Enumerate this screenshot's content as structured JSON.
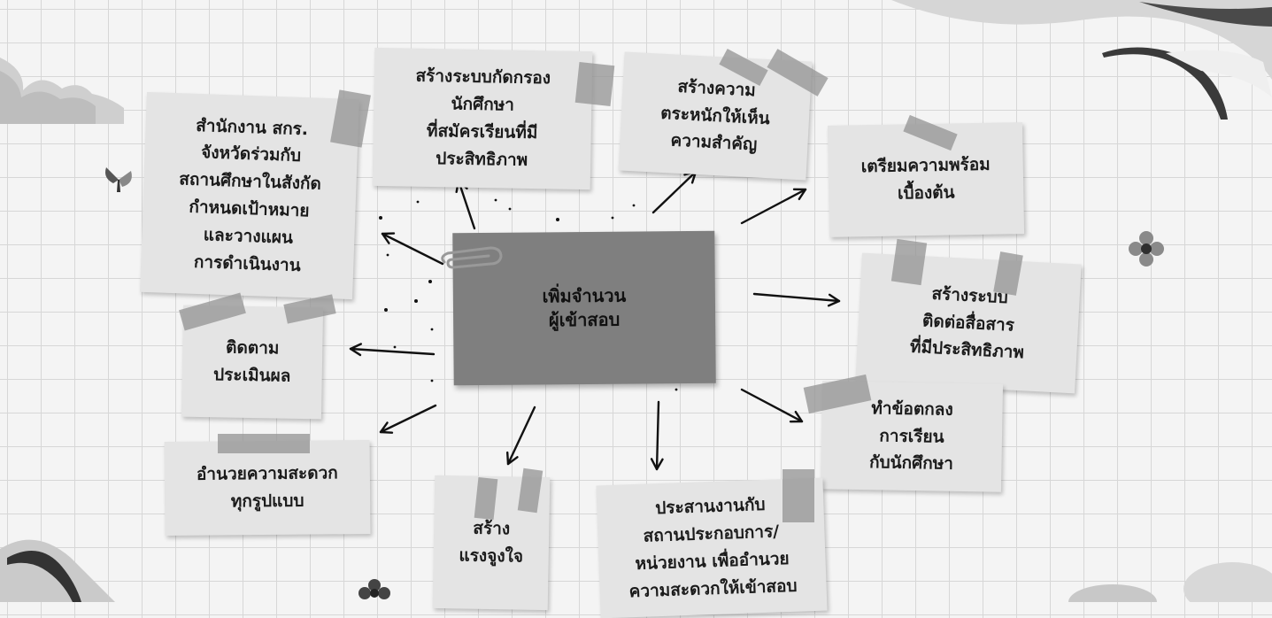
{
  "diagram": {
    "center": {
      "id": "increase-examinees",
      "label": "เพิ่มจำนวน\nผู้เข้าสอบ"
    },
    "nodes": [
      {
        "id": "provincial-office",
        "label": "สำนักงาน สกร.\nจังหวัดร่วมกับ\nสถานศึกษาในสังกัด\nกำหนดเป้าหมาย\nและวางแผน\nการดำเนินงาน"
      },
      {
        "id": "screening-system",
        "label": "สร้างระบบกัดกรอง\nนักศึกษา\nที่สมัครเรียนที่มี\nประสิทธิภาพ"
      },
      {
        "id": "awareness",
        "label": "สร้างความ\nตระหนักให้เห็น\nความสำคัญ"
      },
      {
        "id": "preparation",
        "label": "เตรียมความพร้อม\nเบื้องต้น"
      },
      {
        "id": "communication",
        "label": "สร้างระบบ\nติดต่อสื่อสาร\nที่มีประสิทธิภาพ"
      },
      {
        "id": "agreement",
        "label": "ทำข้อตกลง\nการเรียน\nกับนักศึกษา"
      },
      {
        "id": "coordination",
        "label": "ประสานงานกับ\nสถานประกอบการ/\nหน่วยงาน เพื่ออำนวย\nความสะดวกให้เข้าสอบ"
      },
      {
        "id": "motivation",
        "label": "สร้าง\nแรงจูงใจ"
      },
      {
        "id": "facilitation",
        "label": "อำนวยความสะดวก\nทุกรูปแบบ"
      },
      {
        "id": "monitoring",
        "label": "ติดตาม\nประเมินผล"
      }
    ],
    "edges": [
      {
        "from": "increase-examinees",
        "to": "provincial-office"
      },
      {
        "from": "increase-examinees",
        "to": "screening-system"
      },
      {
        "from": "increase-examinees",
        "to": "awareness"
      },
      {
        "from": "increase-examinees",
        "to": "preparation"
      },
      {
        "from": "increase-examinees",
        "to": "communication"
      },
      {
        "from": "increase-examinees",
        "to": "agreement"
      },
      {
        "from": "increase-examinees",
        "to": "coordination"
      },
      {
        "from": "increase-examinees",
        "to": "motivation"
      },
      {
        "from": "increase-examinees",
        "to": "facilitation"
      },
      {
        "from": "increase-examinees",
        "to": "monitoring"
      }
    ]
  }
}
